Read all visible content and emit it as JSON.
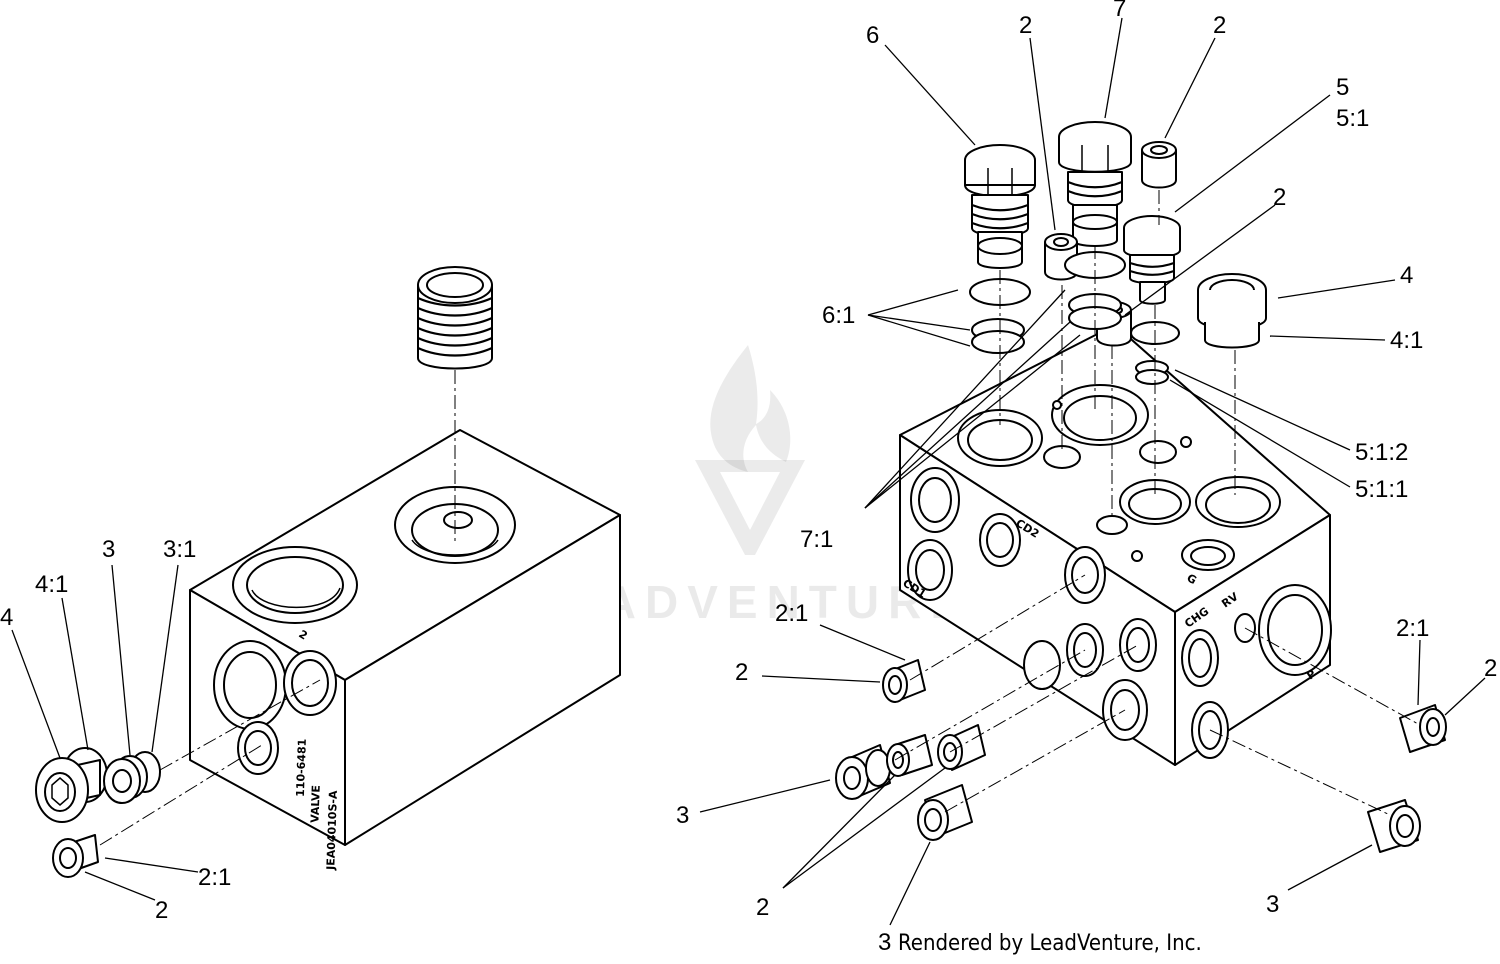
{
  "watermark": {
    "text": "LEADVENTURE",
    "icon": "leadventure-flame-logo"
  },
  "credit": "Rendered by LeadVenture, Inc.",
  "block_markings": {
    "left": [
      "JEA04010S-A",
      "VALVE",
      "110-6481"
    ],
    "left_port": "2",
    "right": [
      "CD2",
      "CD1",
      "CHG",
      "RV",
      "G",
      "P"
    ]
  },
  "callouts": {
    "left": [
      "4",
      "4:1",
      "3",
      "3:1",
      "2:1",
      "2"
    ],
    "right": [
      "6",
      "2",
      "7",
      "2",
      "5",
      "5:1",
      "2",
      "6:1",
      "4",
      "4:1",
      "5:1:2",
      "5:1:1",
      "7:1",
      "2:1",
      "2",
      "2:1",
      "2",
      "3",
      "2",
      "3",
      "3"
    ]
  }
}
